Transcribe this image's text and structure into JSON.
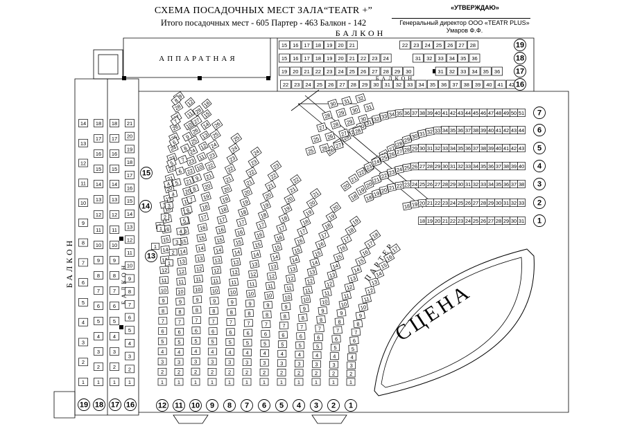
{
  "header": {
    "title": "СХЕМА ПОСАДОЧНЫХ МЕСТ ЗАЛА“TEATR +”",
    "subtitle": "Итого посадочных мест - 605  Партер - 463  Балкон - 142",
    "approve": "«УТВЕРЖДАЮ»",
    "director": "Генеральный директор ООО «TEATR PLUS»",
    "signatory": "Умаров Ф.Ф."
  },
  "labels": {
    "apparatnaya": "АППАРАТНАЯ",
    "balkon_top": "БАЛКОН",
    "balkon_inner": "БАЛКОН",
    "balkon_left": "БАЛКОН",
    "balkon_side": "БАЛКОН",
    "parter": "ПАРТЕР",
    "stage": "СЦЕНА"
  },
  "top_balcony_rows": [
    {
      "row": "19",
      "groups": [
        [
          "15",
          "16",
          "17",
          "18",
          "19",
          "20",
          "21"
        ],
        [
          "22",
          "23",
          "24",
          "25",
          "26",
          "27",
          "28"
        ]
      ]
    },
    {
      "row": "18",
      "groups": [
        [
          "15",
          "16",
          "17",
          "18",
          "19",
          "20",
          "21",
          "22",
          "23",
          "24"
        ],
        [
          "31",
          "32",
          "33",
          "34",
          "35",
          "36"
        ]
      ]
    },
    {
      "row": "17",
      "groups": [
        [
          "19",
          "20",
          "21",
          "22",
          "23",
          "24",
          "25",
          "26",
          "27",
          "28",
          "29",
          "30"
        ],
        [
          "31",
          "32",
          "33",
          "34",
          "35",
          "36"
        ]
      ]
    },
    {
      "row": "16",
      "groups": [
        [
          "22",
          "23",
          "24",
          "25",
          "26",
          "27",
          "28",
          "29",
          "30",
          "31",
          "32",
          "33",
          "34",
          "35",
          "36",
          "37",
          "38",
          "39",
          "40",
          "41",
          "42"
        ]
      ]
    }
  ],
  "left_balcony_cols": [
    {
      "row": "19",
      "seats": [
        "1",
        "2",
        "3",
        "4",
        "5",
        "6",
        "7",
        "8",
        "9",
        "10",
        "11",
        "12",
        "13",
        "14"
      ]
    },
    {
      "row": "18",
      "seats": [
        "1",
        "2",
        "3",
        "4",
        "5",
        "6",
        "7",
        "8",
        "9",
        "10",
        "11",
        "12",
        "13",
        "14",
        "15",
        "16",
        "17",
        "18"
      ]
    },
    {
      "row": "17",
      "seats": [
        "1",
        "2",
        "3",
        "4",
        "5",
        "6",
        "7",
        "8",
        "9",
        "10",
        "11",
        "12",
        "13",
        "14",
        "15",
        "16",
        "17",
        "18"
      ]
    },
    {
      "row": "16",
      "seats": [
        "1",
        "2",
        "3",
        "4",
        "5",
        "6",
        "7",
        "8",
        "9",
        "10",
        "11",
        "12",
        "13",
        "14",
        "15",
        "16",
        "17",
        "18",
        "19",
        "20",
        "21"
      ]
    }
  ],
  "parter_bottom_rows": [
    "12",
    "11",
    "10",
    "9",
    "8",
    "7",
    "6",
    "5",
    "4",
    "3",
    "2",
    "1"
  ],
  "parter_right_rows": [
    "7",
    "6",
    "5",
    "4",
    "3",
    "2",
    "1"
  ],
  "parter_left_rows": [
    "15",
    "14",
    "13"
  ],
  "parter_right_seats": [
    {
      "row": "7",
      "from": 36,
      "to": 51
    },
    {
      "row": "6",
      "from": 34,
      "to": 44
    },
    {
      "row": "5",
      "from": 30,
      "to": 43
    },
    {
      "row": "4",
      "from": 27,
      "to": 40
    },
    {
      "row": "3",
      "from": 24,
      "to": 38
    },
    {
      "row": "2",
      "from": 21,
      "to": 33
    },
    {
      "row": "1",
      "from": 18,
      "to": 31
    }
  ],
  "parter_top_seats": [
    {
      "row": "7",
      "seats": [
        "30",
        "31",
        "32"
      ]
    },
    {
      "row": "6",
      "seats": [
        "28",
        "29",
        "30",
        "31"
      ]
    },
    {
      "row": "5",
      "seats": [
        "27",
        "28",
        "29",
        "30"
      ]
    },
    {
      "row": "4",
      "seats": [
        "25",
        "26",
        "27",
        "28"
      ]
    },
    {
      "row": "3",
      "seats": [
        "25",
        "26",
        "27"
      ]
    }
  ],
  "parter_left_seats": [
    {
      "row": "15",
      "seats": [
        "1",
        "2",
        "3",
        "4",
        "5",
        "6",
        "7",
        "8"
      ]
    },
    {
      "row": "14",
      "seats": [
        "1",
        "2",
        "3",
        "4",
        "5",
        "6",
        "7",
        "8",
        "9",
        "10",
        "11",
        "12"
      ]
    },
    {
      "row": "13",
      "seats": [
        "1",
        "2",
        "3",
        "4",
        "5",
        "6",
        "7",
        "8",
        "9",
        "10",
        "11",
        "12",
        "13",
        "14",
        "15",
        "16"
      ]
    }
  ],
  "parter_fan_cols": [
    {
      "row": "12",
      "seats": [
        "1",
        "2",
        "3",
        "4",
        "5",
        "6",
        "7",
        "8",
        "9",
        "10",
        "11",
        "12",
        "13",
        "14",
        "15",
        "16",
        "17",
        "18",
        "19",
        "20",
        "21",
        "22",
        "23",
        "24",
        "25",
        "26",
        "27",
        "28",
        "29"
      ]
    },
    {
      "row": "11",
      "seats": [
        "1",
        "2",
        "3",
        "4",
        "5",
        "6",
        "7",
        "8",
        "9",
        "10",
        "11",
        "12",
        "13",
        "14",
        "15",
        "16",
        "17",
        "18",
        "19",
        "20",
        "21",
        "22",
        "23",
        "24",
        "25",
        "26",
        "27",
        "28"
      ]
    },
    {
      "row": "10",
      "seats": [
        "1",
        "2",
        "3",
        "4",
        "5",
        "6",
        "7",
        "8",
        "9",
        "10",
        "11",
        "12",
        "13",
        "14",
        "15",
        "16",
        "17",
        "18",
        "19",
        "20",
        "21",
        "22",
        "23",
        "24",
        "25",
        "26"
      ]
    },
    {
      "row": "9",
      "seats": [
        "1",
        "2",
        "3",
        "4",
        "5",
        "6",
        "7",
        "8",
        "9",
        "10",
        "11",
        "12",
        "13",
        "14",
        "15",
        "16",
        "17",
        "18",
        "19",
        "20",
        "21",
        "22",
        "23",
        "24",
        "25"
      ]
    },
    {
      "row": "8",
      "seats": [
        "1",
        "2",
        "3",
        "4",
        "5",
        "6",
        "7",
        "8",
        "9",
        "10",
        "11",
        "12",
        "13",
        "14",
        "15",
        "16",
        "17",
        "18",
        "19",
        "20",
        "21",
        "22",
        "23",
        "24"
      ]
    },
    {
      "row": "7",
      "seats": [
        "1",
        "2",
        "3",
        "4",
        "5",
        "6",
        "7",
        "8",
        "9",
        "10",
        "11",
        "12",
        "13",
        "14",
        "15",
        "16",
        "17",
        "18",
        "19",
        "20",
        "21",
        "22",
        "23"
      ]
    },
    {
      "row": "6",
      "seats": [
        "1",
        "2",
        "3",
        "4",
        "5",
        "6",
        "7",
        "8",
        "9",
        "10",
        "11",
        "12",
        "13",
        "14",
        "15",
        "16",
        "17",
        "18",
        "19",
        "20",
        "21",
        "22"
      ]
    },
    {
      "row": "5",
      "seats": [
        "1",
        "2",
        "3",
        "4",
        "5",
        "6",
        "7",
        "8",
        "9",
        "10",
        "11",
        "12",
        "13",
        "14",
        "15",
        "16",
        "17",
        "18",
        "19",
        "20",
        "21"
      ]
    },
    {
      "row": "4",
      "seats": [
        "1",
        "2",
        "3",
        "4",
        "5",
        "6",
        "7",
        "8",
        "9",
        "10",
        "11",
        "12",
        "13",
        "14",
        "15",
        "16",
        "17",
        "18",
        "19",
        "20"
      ]
    },
    {
      "row": "3",
      "seats": [
        "1",
        "2",
        "3",
        "4",
        "5",
        "6",
        "7",
        "8",
        "9",
        "10",
        "11",
        "12",
        "13",
        "14",
        "15",
        "16",
        "17",
        "18",
        "19"
      ]
    },
    {
      "row": "2",
      "seats": [
        "1",
        "2",
        "3",
        "4",
        "5",
        "6",
        "7",
        "8",
        "9",
        "10",
        "11",
        "12",
        "13",
        "14",
        "15",
        "16",
        "17",
        "18"
      ]
    },
    {
      "row": "1",
      "seats": [
        "1",
        "2",
        "3",
        "4",
        "5",
        "6",
        "7",
        "8",
        "9",
        "10",
        "11",
        "12",
        "13",
        "14",
        "15",
        "16",
        "17"
      ]
    }
  ]
}
